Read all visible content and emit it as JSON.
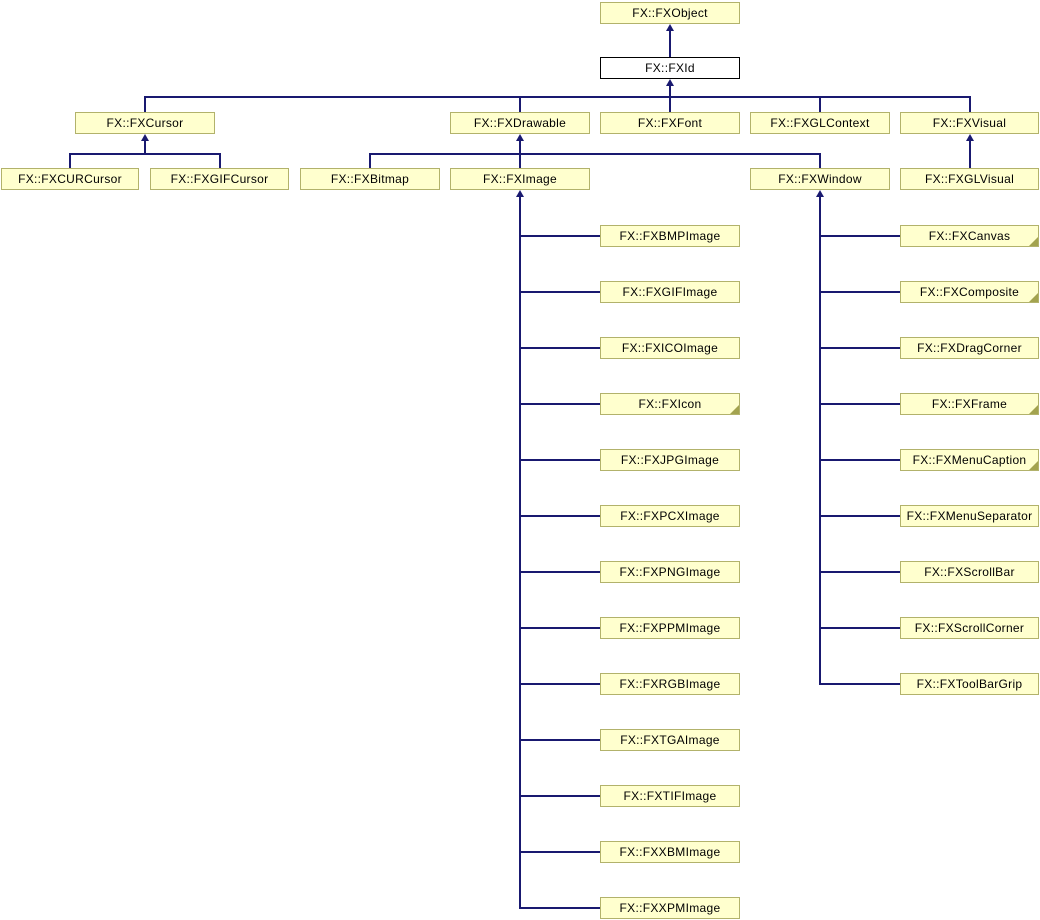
{
  "diagram": {
    "kind": "class-inheritance-graph",
    "colors": {
      "node_fill": "#ffffce",
      "node_border": "#b2b26b",
      "current_node_fill": "#ffffff",
      "current_node_border": "#000000",
      "edge": "#191970",
      "fold": "#a3a34f"
    },
    "nodes": {
      "fxobject": {
        "label": "FX::FXObject",
        "parent": null
      },
      "fxid": {
        "label": "FX::FXId",
        "parent": "FX::FXObject",
        "current": true
      },
      "fxcursor": {
        "label": "FX::FXCursor",
        "parent": "FX::FXId"
      },
      "fxdrawable": {
        "label": "FX::FXDrawable",
        "parent": "FX::FXId"
      },
      "fxfont": {
        "label": "FX::FXFont",
        "parent": "FX::FXId"
      },
      "fxglcontext": {
        "label": "FX::FXGLContext",
        "parent": "FX::FXId"
      },
      "fxvisual": {
        "label": "FX::FXVisual",
        "parent": "FX::FXId"
      },
      "fxcurcursor": {
        "label": "FX::FXCURCursor",
        "parent": "FX::FXCursor"
      },
      "fxgifcursor": {
        "label": "FX::FXGIFCursor",
        "parent": "FX::FXCursor"
      },
      "fxbitmap": {
        "label": "FX::FXBitmap",
        "parent": "FX::FXDrawable"
      },
      "fximage": {
        "label": "FX::FXImage",
        "parent": "FX::FXDrawable"
      },
      "fxwindow": {
        "label": "FX::FXWindow",
        "parent": "FX::FXDrawable"
      },
      "fxglvisual": {
        "label": "FX::FXGLVisual",
        "parent": "FX::FXVisual"
      },
      "fxbmpimage": {
        "label": "FX::FXBMPImage",
        "parent": "FX::FXImage"
      },
      "fxgifimage": {
        "label": "FX::FXGIFImage",
        "parent": "FX::FXImage"
      },
      "fxicoimage": {
        "label": "FX::FXICOImage",
        "parent": "FX::FXImage"
      },
      "fxicon": {
        "label": "FX::FXIcon",
        "parent": "FX::FXImage",
        "truncated": true
      },
      "fxjpgimage": {
        "label": "FX::FXJPGImage",
        "parent": "FX::FXImage"
      },
      "fxpcximage": {
        "label": "FX::FXPCXImage",
        "parent": "FX::FXImage"
      },
      "fxpngimage": {
        "label": "FX::FXPNGImage",
        "parent": "FX::FXImage"
      },
      "fxppmimage": {
        "label": "FX::FXPPMImage",
        "parent": "FX::FXImage"
      },
      "fxrgbimage": {
        "label": "FX::FXRGBImage",
        "parent": "FX::FXImage"
      },
      "fxtgaimage": {
        "label": "FX::FXTGAImage",
        "parent": "FX::FXImage"
      },
      "fxtifimage": {
        "label": "FX::FXTIFImage",
        "parent": "FX::FXImage"
      },
      "fxxbmimage": {
        "label": "FX::FXXBMImage",
        "parent": "FX::FXImage"
      },
      "fxxpmimage": {
        "label": "FX::FXXPMImage",
        "parent": "FX::FXImage"
      },
      "fxcanvas": {
        "label": "FX::FXCanvas",
        "parent": "FX::FXWindow",
        "truncated": true
      },
      "fxcomposite": {
        "label": "FX::FXComposite",
        "parent": "FX::FXWindow",
        "truncated": true
      },
      "fxdragcorner": {
        "label": "FX::FXDragCorner",
        "parent": "FX::FXWindow"
      },
      "fxframe": {
        "label": "FX::FXFrame",
        "parent": "FX::FXWindow",
        "truncated": true
      },
      "fxmenucaption": {
        "label": "FX::FXMenuCaption",
        "parent": "FX::FXWindow",
        "truncated": true
      },
      "fxmenuseparator": {
        "label": "FX::FXMenuSeparator",
        "parent": "FX::FXWindow"
      },
      "fxscrollbar": {
        "label": "FX::FXScrollBar",
        "parent": "FX::FXWindow"
      },
      "fxscrollcorner": {
        "label": "FX::FXScrollCorner",
        "parent": "FX::FXWindow"
      },
      "fxtoolbargrip": {
        "label": "FX::FXToolBarGrip",
        "parent": "FX::FXWindow"
      }
    }
  }
}
